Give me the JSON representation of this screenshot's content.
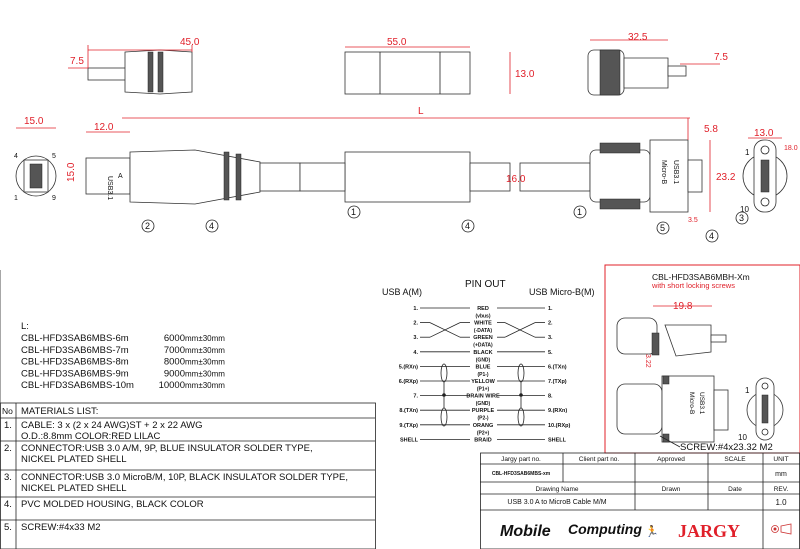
{
  "dimensions": {
    "usb_a_length": "45.0",
    "usb_a_tip": "7.5",
    "mid_length": "55.0",
    "mid_height": "13.0",
    "micro_length": "32.5",
    "micro_tip": "7.5",
    "face_a_width": "15.0",
    "a_plug_length": "12.0",
    "a_height": "15.0",
    "cable_length": "L",
    "cable_dia": "16.0",
    "micro_plug_len": "5.8",
    "micro_height": "23.2",
    "screw_offset": "3.5",
    "micro_face_width": "13.0",
    "micro_face_height": "18.0",
    "short_len": "19.8",
    "short_h": "3.22"
  },
  "balloons": [
    "2",
    "4",
    "1",
    "4",
    "1",
    "5",
    "4",
    "3"
  ],
  "face_pins": {
    "a_top_left": "4",
    "a_top_right": "5",
    "a_bot_left": "1",
    "a_bot_right": "9",
    "micro_top": "1",
    "micro_bot": "10"
  },
  "connector_text": {
    "usb31": "USB3.1",
    "a": "A",
    "micro": "Micro-B"
  },
  "length_table": {
    "label": "L:",
    "rows": [
      {
        "part": "CBL-HFD3SAB6MBS-6m",
        "value": "6000",
        "tol": "mm±30mm"
      },
      {
        "part": "CBL-HFD3SAB6MBS-7m",
        "value": "7000",
        "tol": "mm±30mm"
      },
      {
        "part": "CBL-HFD3SAB6MBS-8m",
        "value": "8000",
        "tol": "mm±30mm"
      },
      {
        "part": "CBL-HFD3SAB6MBS-9m",
        "value": "9000",
        "tol": "mm±30mm"
      },
      {
        "part": "CBL-HFD3SAB6MBS-10m",
        "value": "10000",
        "tol": "mm±30mm"
      }
    ]
  },
  "materials": {
    "no_header": "No",
    "header": "MATERIALS LIST:",
    "rows": [
      {
        "no": "1.",
        "l1": "CABLE: 3 x (2 x 24 AWG)ST + 2 x 22 AWG",
        "l2": "O.D.:8.8mm COLOR:RED LILAC"
      },
      {
        "no": "2.",
        "l1": "CONNECTOR:USB 3.0 A/M, 9P, BLUE INSULATOR SOLDER TYPE,",
        "l2": "NICKEL PLATED SHELL"
      },
      {
        "no": "3.",
        "l1": "CONNECTOR:USB 3.0 MicroB/M, 10P, BLACK INSULATOR SOLDER TYPE,",
        "l2": "NICKEL PLATED SHELL"
      },
      {
        "no": "4.",
        "l1": "PVC MOLDED HOUSING, BLACK COLOR",
        "l2": ""
      },
      {
        "no": "5.",
        "l1": "SCREW:#4x33 M2",
        "l2": ""
      }
    ]
  },
  "pinout": {
    "title": "PIN OUT",
    "left_title": "USB A(M)",
    "right_title": "USB Micro-B(M)",
    "rows": [
      {
        "l": "1.",
        "c": "RED",
        "r": "1.",
        "sub": "(vbus)"
      },
      {
        "l": "2.",
        "c": "WHITE",
        "r": "2.",
        "sub": "(-DATA)"
      },
      {
        "l": "3.",
        "c": "GREEN",
        "r": "3.",
        "sub": "(+DATA)"
      },
      {
        "l": "4.",
        "c": "BLACK",
        "r": "5.",
        "sub": "(GND)"
      },
      {
        "l": "5.(RXn)",
        "c": "BLUE",
        "r": "6.(TXn)",
        "sub": "(P1-)"
      },
      {
        "l": "6.(RXp)",
        "c": "YELLOW",
        "r": "7.(TXp)",
        "sub": "(P1+)"
      },
      {
        "l": "7.",
        "c": "DRAIN WIRE",
        "r": "8.",
        "sub": "(GND)"
      },
      {
        "l": "8.(TXn)",
        "c": "PURPLE",
        "r": "9.(RXn)",
        "sub": "(P2-)"
      },
      {
        "l": "9.(TXp)",
        "c": "ORANG",
        "r": "10.(RXp)",
        "sub": "(P2+)"
      },
      {
        "l": "SHELL",
        "c": "BRAID",
        "r": "SHELL",
        "sub": ""
      }
    ]
  },
  "variant": {
    "title": "CBL-HFD3SAB6MBH-Xm",
    "subtitle": "with short locking screws",
    "screw": "SCREW:#4x23.32 M2",
    "pin1": "1",
    "pin10": "10"
  },
  "title_block": {
    "h_part": "Jargy part no.",
    "h_client": "Client part no.",
    "h_approved": "Approved",
    "h_scale": "SCALE",
    "h_unit": "UNIT",
    "part_no": "CBL-HFD3SAB6MBS-xm",
    "unit": "mm",
    "h_drawing": "Drawing Name",
    "h_drawn": "Drawn",
    "h_date": "Date",
    "h_rev": "REV.",
    "drawing_name": "USB 3.0 A to MicroB Cable M/M",
    "rev": "1.0",
    "logo_mobile": "Mobile",
    "logo_computing": "Computing",
    "logo_jargy": "JARGY"
  },
  "colors": {
    "dimension": "#e0202a",
    "line": "#222222"
  }
}
